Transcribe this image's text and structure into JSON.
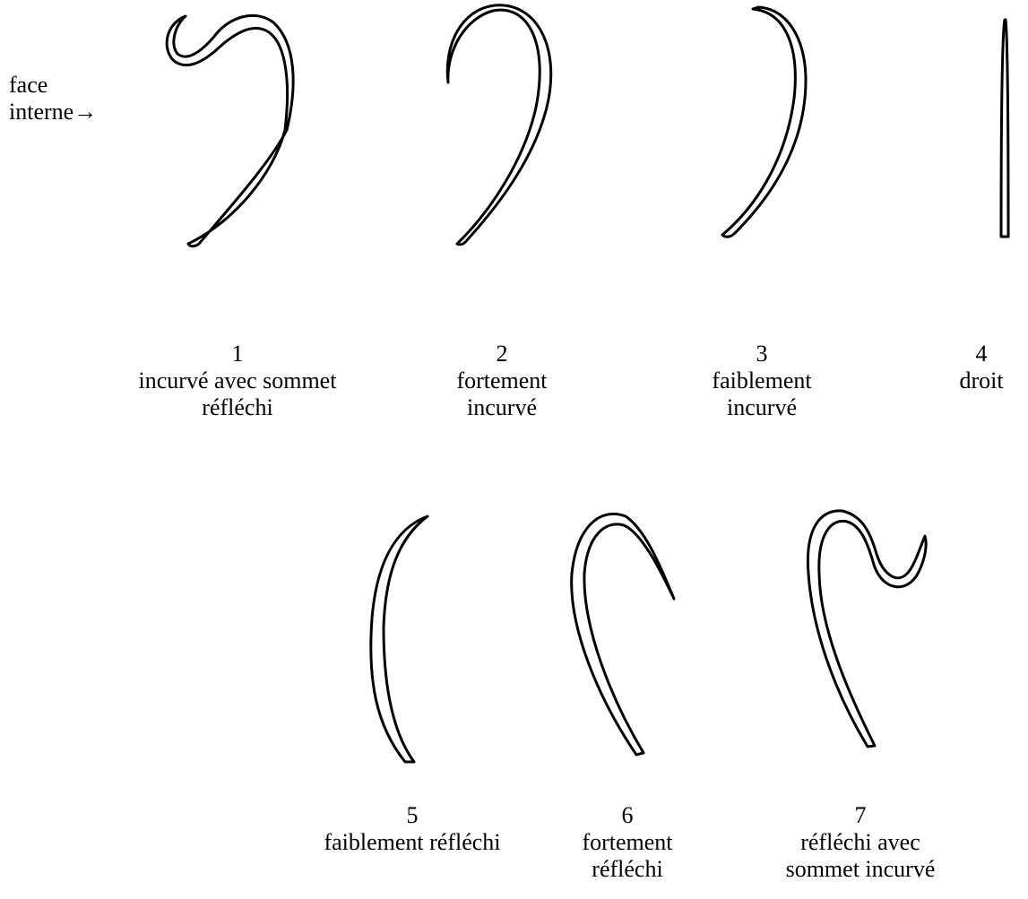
{
  "annotation": {
    "line1": "face",
    "line2": "interne→"
  },
  "items": [
    {
      "number": "1",
      "line1": "incurvé avec sommet",
      "line2": "réfléchi"
    },
    {
      "number": "2",
      "line1": "fortement",
      "line2": "incurvé"
    },
    {
      "number": "3",
      "line1": "faiblement",
      "line2": "incurvé"
    },
    {
      "number": "4",
      "line1": "droit",
      "line2": ""
    },
    {
      "number": "5",
      "line1": "faiblement réfléchi",
      "line2": ""
    },
    {
      "number": "6",
      "line1": "fortement",
      "line2": "réfléchi"
    },
    {
      "number": "7",
      "line1": "réfléchi avec",
      "line2": "sommet incurvé"
    }
  ]
}
